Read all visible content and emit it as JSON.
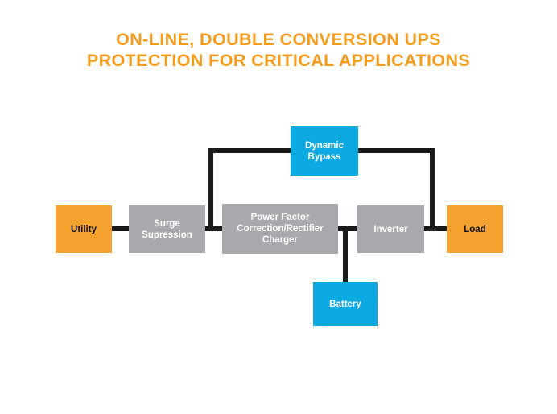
{
  "title": {
    "line1": "ON-LINE, DOUBLE CONVERSION UPS",
    "line2": "PROTECTION FOR CRITICAL APPLICATIONS",
    "color": "#F59B19"
  },
  "colors": {
    "orange": "#F5A22E",
    "gray": "#A7A9AC",
    "blue": "#0CA9E3",
    "line": "#1A1A1A",
    "background": "#FFFFFF"
  },
  "diagram": {
    "type": "block-flow-diagram",
    "nodes": [
      {
        "id": "utility",
        "label": "Utility",
        "style": "orange"
      },
      {
        "id": "surge",
        "label": "Surge\nSupression",
        "style": "gray"
      },
      {
        "id": "pfc",
        "label": "Power Factor\nCorrection/Rectifier\nCharger",
        "style": "gray"
      },
      {
        "id": "inverter",
        "label": "Inverter",
        "style": "gray"
      },
      {
        "id": "load",
        "label": "Load",
        "style": "orange"
      },
      {
        "id": "bypass",
        "label": "Dynamic\nBypass",
        "style": "blue"
      },
      {
        "id": "battery",
        "label": "Battery",
        "style": "blue"
      }
    ],
    "connections": [
      {
        "from": "utility",
        "to": "surge"
      },
      {
        "from": "surge",
        "to": "pfc"
      },
      {
        "from": "pfc",
        "to": "inverter"
      },
      {
        "from": "inverter",
        "to": "load"
      },
      {
        "from": "bypass",
        "to": "surge-pfc-link"
      },
      {
        "from": "bypass",
        "to": "inverter-load-link"
      },
      {
        "from": "battery",
        "to": "pfc-inverter-link"
      }
    ]
  }
}
